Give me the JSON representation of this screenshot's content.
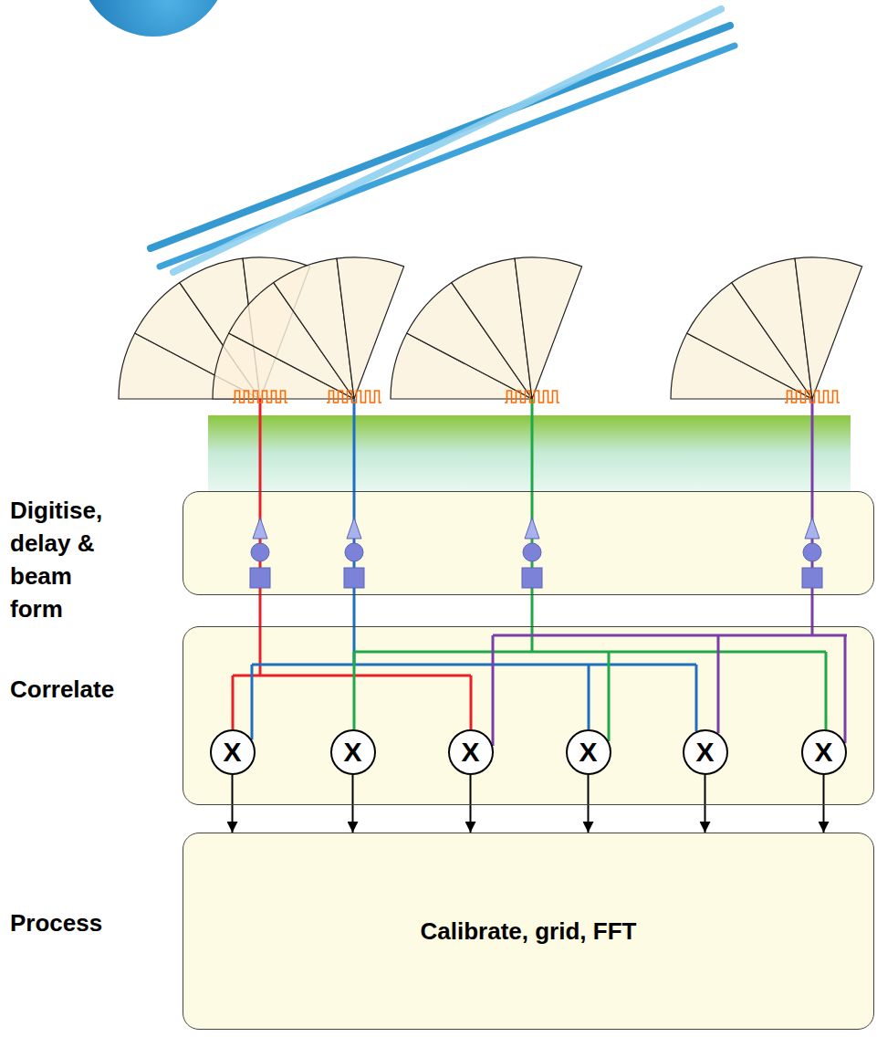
{
  "diagram": {
    "nodes": [
      {
        "text": [
          "Digitise, delay & beam form"
        ]
      },
      {
        "text": [
          "Correlate"
        ]
      },
      {
        "text": [
          "X"
        ],
        "in": 1
      },
      {
        "text": [
          "X"
        ],
        "in": 1
      },
      {
        "text": [
          "X"
        ],
        "in": 1
      },
      {
        "text": [
          "X"
        ],
        "in": 1
      },
      {
        "text": [
          "X"
        ],
        "in": 1
      },
      {
        "text": [
          "X"
        ],
        "in": 1
      },
      {
        "text": [
          "Process",
          "Calibrate, grid, FFT"
        ]
      }
    ],
    "edges": [
      {
        "from": 2,
        "to": 8,
        "arrow": "to"
      },
      {
        "from": 3,
        "to": 8,
        "arrow": "to"
      },
      {
        "from": 4,
        "to": 8,
        "arrow": "to"
      },
      {
        "from": 5,
        "to": 8,
        "arrow": "to"
      },
      {
        "from": 6,
        "to": 8,
        "arrow": "to"
      },
      {
        "from": 7,
        "to": 8,
        "arrow": "to"
      }
    ]
  }
}
